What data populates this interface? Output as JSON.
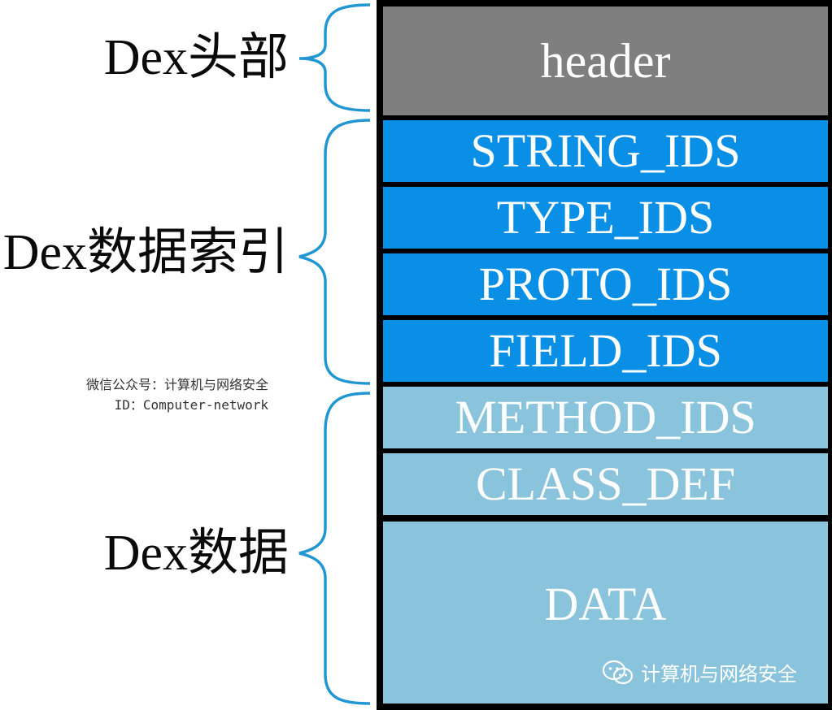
{
  "colors": {
    "header_block": "#7f7f7f",
    "index_block": "#0a8fe6",
    "data_block": "#8ac4dc",
    "bracket": "#2196d3",
    "frame": "#000000",
    "block_text": "#ffffff"
  },
  "sections": {
    "header_label": "Dex头部",
    "index_label": "Dex数据索引",
    "data_label": "Dex数据"
  },
  "blocks": [
    {
      "label": "header",
      "group": "header"
    },
    {
      "label": "STRING_IDS",
      "group": "index"
    },
    {
      "label": "TYPE_IDS",
      "group": "index"
    },
    {
      "label": "PROTO_IDS",
      "group": "index"
    },
    {
      "label": "FIELD_IDS",
      "group": "index"
    },
    {
      "label": "METHOD_IDS",
      "group": "data"
    },
    {
      "label": "CLASS_DEF",
      "group": "data"
    },
    {
      "label": "DATA",
      "group": "data"
    }
  ],
  "watermark": {
    "line1": "微信公众号：计算机与网络安全",
    "line2": "ID：Computer-network",
    "brand": "计算机与网络安全",
    "brand_icon": "wechat-icon"
  }
}
